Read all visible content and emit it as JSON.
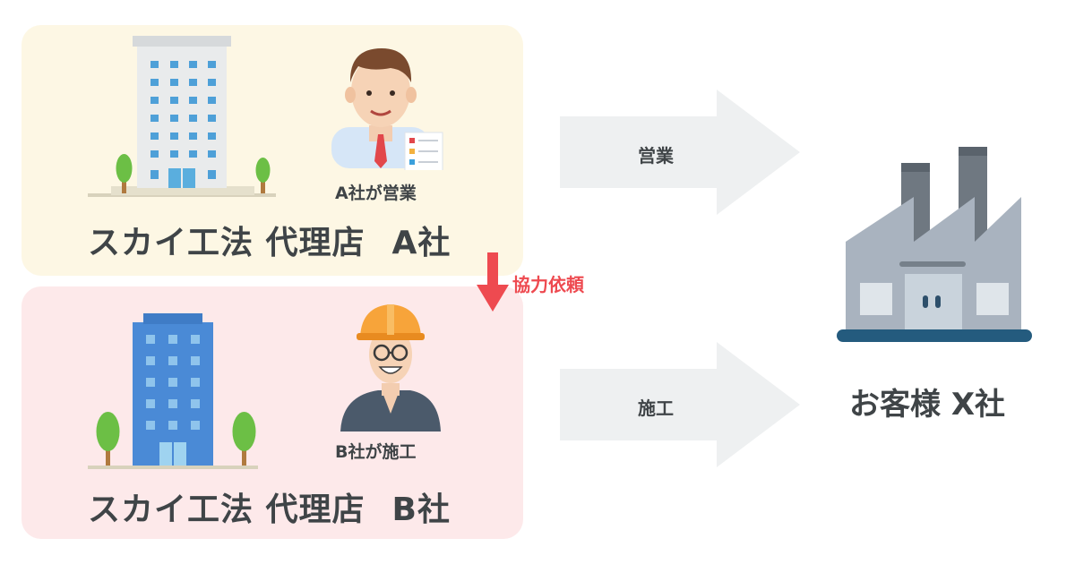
{
  "company_a": {
    "name": "スカイ工法 代理店",
    "suffix": "A社",
    "caption": "A社が営業"
  },
  "company_b": {
    "name": "スカイ工法 代理店",
    "suffix": "B社",
    "caption": "B社が施工"
  },
  "cooperation": {
    "label": "協力依頼"
  },
  "flows": {
    "sales_label": "営業",
    "construction_label": "施工"
  },
  "customer": {
    "name": "お客様 X社"
  },
  "colors": {
    "panel_a_bg": "#fdf7e4",
    "panel_b_bg": "#fde9ea",
    "arrow_gray": "#eef0f1",
    "coop_red": "#ee4a50",
    "text_dark": "#3f4447"
  },
  "icons": [
    "office-building-icon",
    "salesman-icon",
    "blue-building-icon",
    "construction-worker-icon",
    "factory-icon"
  ]
}
